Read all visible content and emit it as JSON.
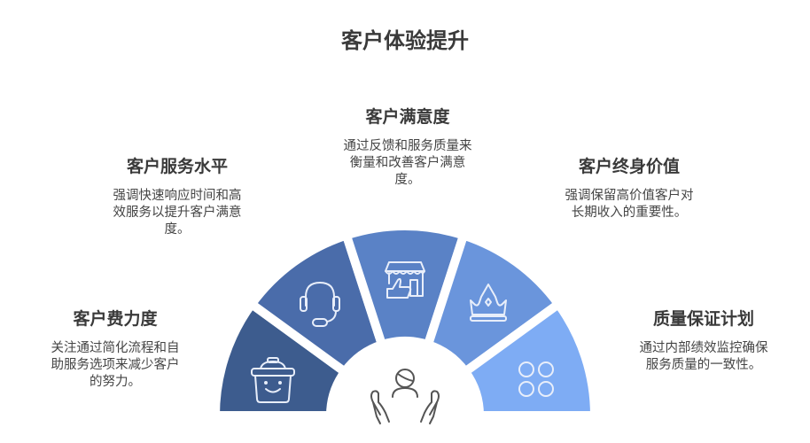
{
  "title": "客户体验提升",
  "segments": [
    {
      "id": "effort",
      "heading": "客户费力度",
      "desc": [
        "关注通过简化流程和自",
        "助服务选项来减少客户",
        "的努力。"
      ],
      "icon": "basket-smile-icon",
      "color": "#3d5c8e"
    },
    {
      "id": "service",
      "heading": "客户服务水平",
      "desc": [
        "强调快速响应时间和高",
        "效服务以提升客户满意",
        "度。"
      ],
      "icon": "headset-icon",
      "color": "#4a6caa"
    },
    {
      "id": "satisfaction",
      "heading": "客户满意度",
      "desc": [
        "通过反馈和服务质量来",
        "衡量和改善客户满意",
        "度。"
      ],
      "icon": "store-thumbs-up-icon",
      "color": "#5a82c6"
    },
    {
      "id": "lifetime",
      "heading": "客户终身价值",
      "desc": [
        "强调保留高价值客户对",
        "长期收入的重要性。"
      ],
      "icon": "crown-icon",
      "color": "#6a95dc"
    },
    {
      "id": "quality",
      "heading": "质量保证计划",
      "desc": [
        "通过内部绩效监控确保",
        "服务质量的一致性。"
      ],
      "icon": "four-circles-icon",
      "color": "#7eacf4"
    }
  ],
  "center_icon": "hands-person-icon"
}
